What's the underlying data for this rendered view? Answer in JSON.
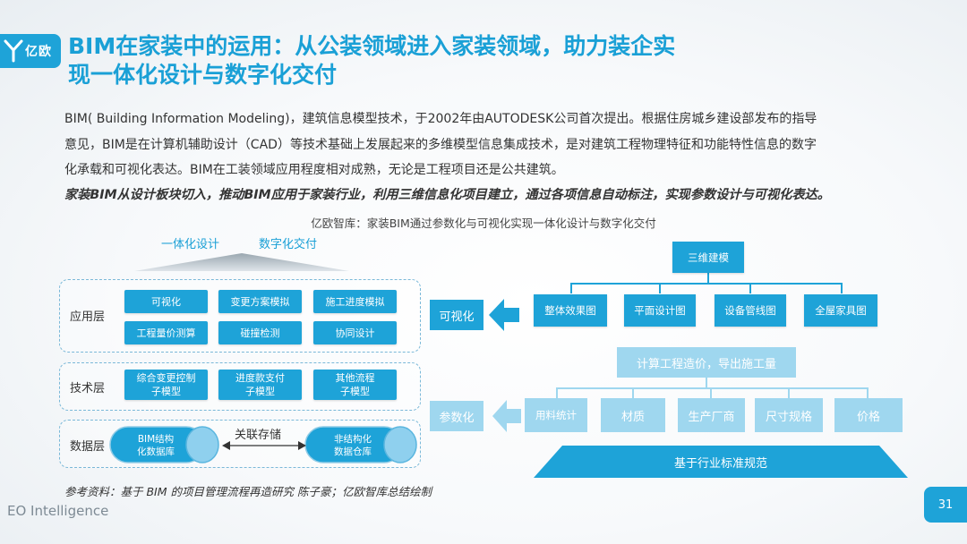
{
  "brand": {
    "logo_text": "亿欧",
    "footer": "EO Intelligence"
  },
  "header": {
    "title_line1": "BIM在家装中的运用：从公装领域进入家装领域，助力装企实",
    "title_line2": "现一体化设计与数字化交付"
  },
  "body": {
    "para_lines": [
      "BIM( Building Information Modeling)，建筑信息模型技术，于2002年由AUTODESK公司首次提出。根据住房城乡建设部发布的指导",
      "意见，BIM是在计算机辅助设计（CAD）等技术基础上发展起来的多维模型信息集成技术，是对建筑工程物理特征和功能特性信息的数字",
      "化承载和可视化表达。BIM在工装领域应用程度相对成熟，无论是工程项目还是公共建筑。"
    ],
    "emphasis": "家装BIM从设计板块切入，推动BIM应用于家装行业，利用三维信息化项目建立，通过各项信息自动标注，实现参数设计与可视化表达。"
  },
  "diagram": {
    "caption": "亿欧智库：家装BIM通过参数化与可视化实现一体化设计与数字化交付",
    "left": {
      "top_labels": [
        "一体化设计",
        "数字化交付"
      ],
      "layers": [
        {
          "name": "应用层",
          "cells": [
            "可视化",
            "变更方案模拟",
            "施工进度模拟",
            "工程量价测算",
            "碰撞检测",
            "协同设计"
          ]
        },
        {
          "name": "技术层",
          "cells": [
            "综合变更控制\n子模型",
            "进度款支付\n子模型",
            "其他流程\n子模型"
          ]
        },
        {
          "name": "数据层",
          "cylinders": [
            "BIM结构\n化数据库",
            "非结构化\n数据仓库"
          ],
          "link_label": "关联存储"
        }
      ]
    },
    "right": {
      "top_node": "三维建模",
      "visual_children": [
        "整体效果图",
        "平面设计图",
        "设备管线图",
        "全屋家具图"
      ],
      "param_node": "计算工程造价，导出施工量",
      "param_children": [
        "用料统计",
        "材质",
        "生产厂商",
        "尺寸规格",
        "价格"
      ],
      "base": "基于行业标准规范",
      "side_labels": [
        "可视化",
        "参数化"
      ]
    }
  },
  "source": "参考资料：基于 BIM 的项目管理流程再造研究  陈子豪；亿欧智库总结绘制",
  "page_number": "31",
  "colors": {
    "accent": "#1ea3d8",
    "light": "#9fd7ef",
    "title": "#1aa0d6"
  }
}
